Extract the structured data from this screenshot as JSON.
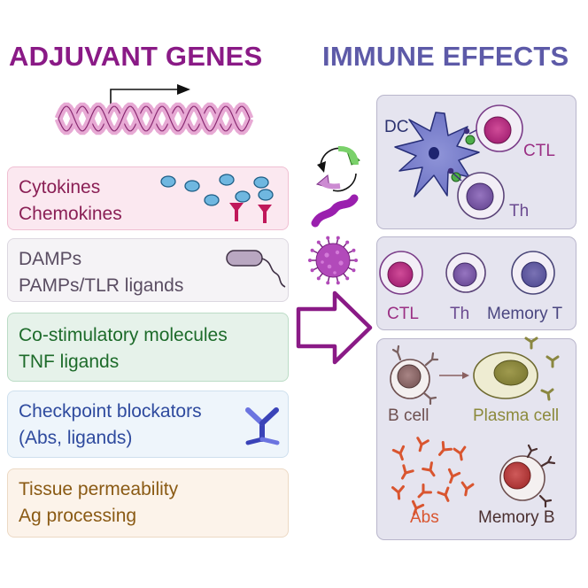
{
  "headers": {
    "left": "ADJUVANT GENES",
    "right": "IMMUNE EFFECTS"
  },
  "gene_categories": [
    {
      "lines": [
        "Cytokines",
        "Chemokines"
      ]
    },
    {
      "lines": [
        "DAMPs",
        "PAMPs/TLR ligands"
      ]
    },
    {
      "lines": [
        "Co-stimulatory molecules",
        "TNF ligands"
      ]
    },
    {
      "lines": [
        "Checkpoint blockators",
        "(Abs, ligands)"
      ]
    },
    {
      "lines": [
        "Tissue permeability",
        "Ag processing"
      ]
    }
  ],
  "panels": {
    "activation": {
      "dc": "DC",
      "ctl": "CTL",
      "th": "Th"
    },
    "tcells": {
      "ctl": "CTL",
      "th": "Th",
      "memory_t": "Memory T"
    },
    "bcells": {
      "b_cell": "B cell",
      "plasma_cell": "Plasma cell",
      "abs": "Abs",
      "memory_b": "Memory B"
    }
  },
  "colors": {
    "left_header": "#8a1a86",
    "right_header": "#5d5aa8",
    "cytokine": "#8a1f55",
    "damp": "#5a4d62",
    "costim": "#1d6b2a",
    "checkpoint": "#2e4a9e",
    "tissue": "#8a5a14"
  }
}
